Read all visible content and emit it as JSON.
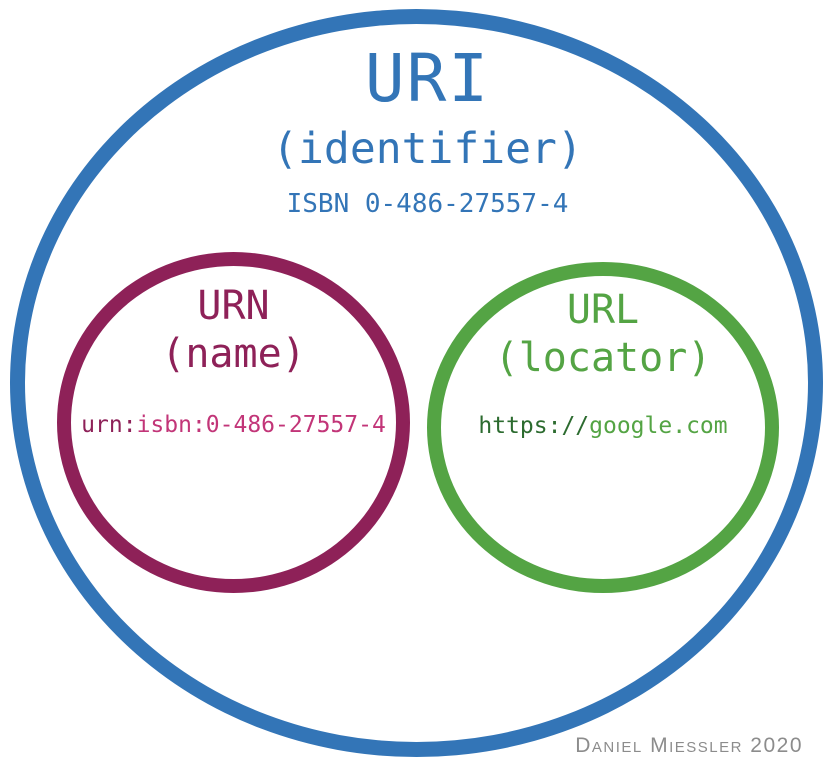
{
  "colors": {
    "uri_blue": "#3375b7",
    "urn_magenta": "#8e2158",
    "urn_pink": "#c23578",
    "url_green": "#54a444",
    "url_scheme_green": "#2c6b2f",
    "attribution_gray": "#8c8c8c",
    "background": "#ffffff"
  },
  "diagram": {
    "uri": {
      "title": "URI",
      "subtitle": "(identifier)",
      "example": "ISBN 0-486-27557-4"
    },
    "urn": {
      "title": "URN",
      "subtitle": "(name)",
      "example_scheme": "urn:",
      "example_rest": "isbn:0-486-27557-4"
    },
    "url": {
      "title": "URL",
      "subtitle": "(locator)",
      "example_scheme": "https://",
      "example_rest": "google.com"
    },
    "attribution": "Daniel Miessler 2020"
  }
}
